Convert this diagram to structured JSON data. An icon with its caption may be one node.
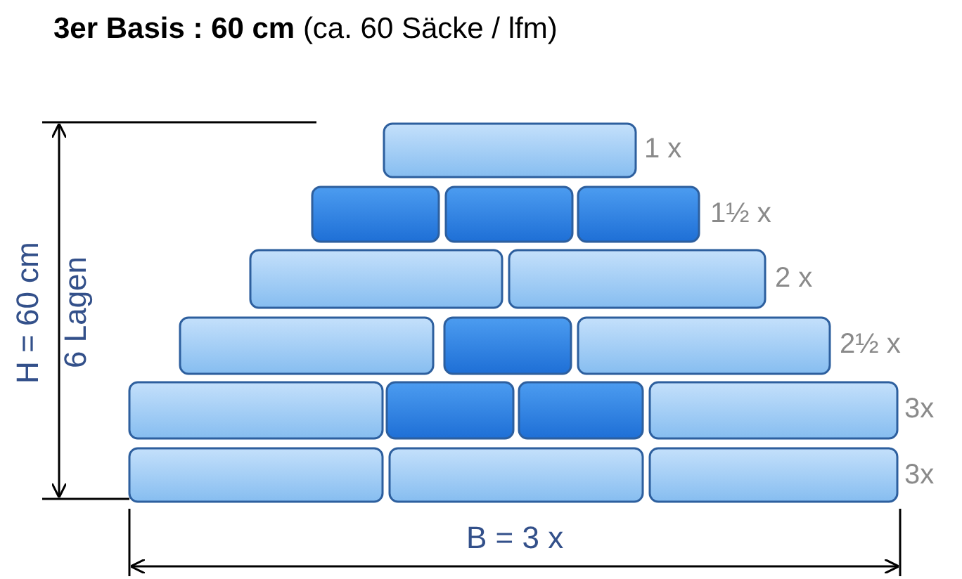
{
  "diagram": {
    "title": "**3er Basis : 60 cm** (ca. 60 Säcke / lfm)",
    "labels": [
      "1 x",
      "1½ x",
      "2 x",
      "2½ x",
      "3x",
      "3x",
      "H = 60 cm",
      "6 Lagen",
      "B = 3 x"
    ]
  }
}
